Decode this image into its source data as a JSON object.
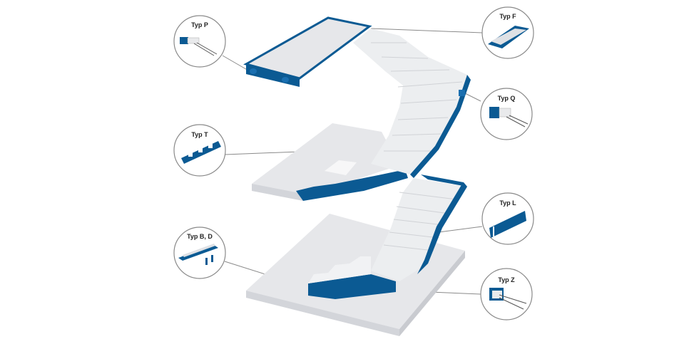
{
  "callouts": {
    "p": "Typ P",
    "f": "Typ F",
    "q": "Typ Q",
    "t": "Typ T",
    "l": "Typ L",
    "bd": "Typ B, D",
    "z": "Typ Z"
  },
  "colors": {
    "blue": "#0b5a93",
    "concrete": "#e6e7ea",
    "concrete_dark": "#d3d5da",
    "ring": "#8a8a8a"
  }
}
